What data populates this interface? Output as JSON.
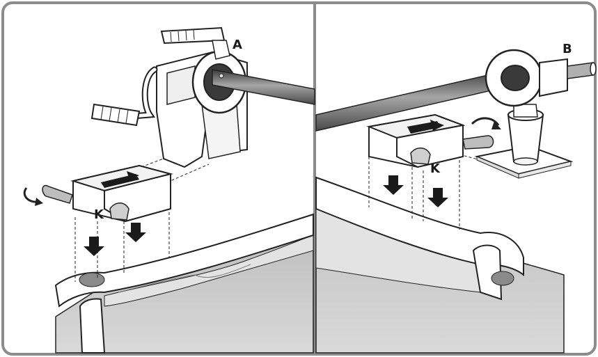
{
  "labels": {
    "crank_unit": "A",
    "end_unit": "B",
    "clamp_left": "K",
    "clamp_right": "K"
  },
  "colors": {
    "frame": "#8c8c8c",
    "line": "#222222",
    "pool_wall": "#cfcfcf",
    "water": "#e6e6e6",
    "tube_dark": "#555555",
    "tube_light": "#9a9a9a"
  }
}
